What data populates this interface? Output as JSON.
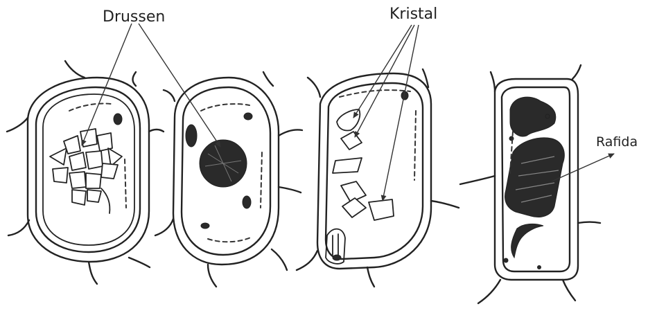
{
  "labels": {
    "drussen": "Drussen",
    "kristal": "Kristal",
    "rafida": "Rafida"
  },
  "colors": {
    "ink": "#222222",
    "background": "#ffffff"
  }
}
